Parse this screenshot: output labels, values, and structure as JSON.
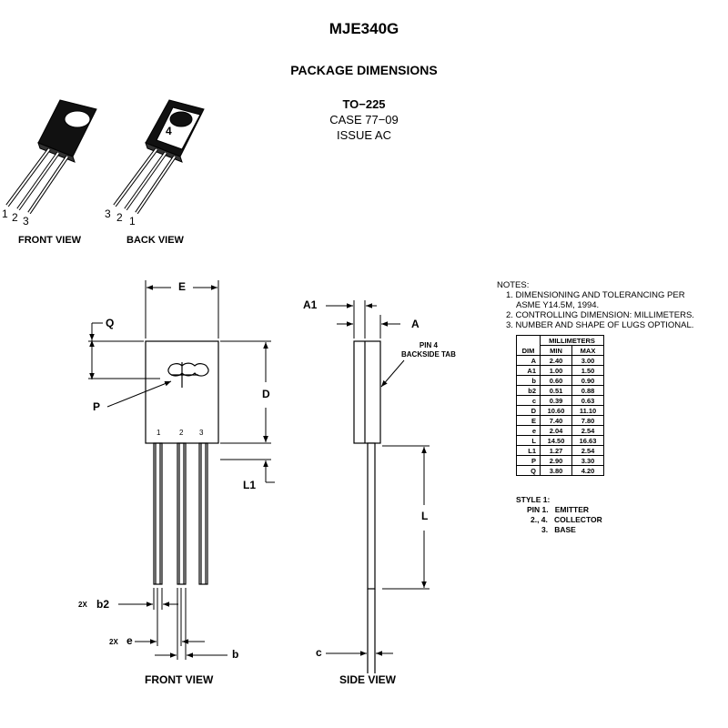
{
  "header": {
    "title": "MJE340G",
    "subtitle": "PACKAGE DIMENSIONS"
  },
  "package": {
    "name": "TO−225",
    "case": "CASE 77−09",
    "issue": "ISSUE AC"
  },
  "iso_views": {
    "front_label": "FRONT VIEW",
    "back_label": "BACK VIEW",
    "front_pins": [
      "1",
      "2",
      "3"
    ],
    "back_pins": [
      "3",
      "2",
      "1"
    ],
    "back_tab_number": "4"
  },
  "front_view": {
    "label": "FRONT VIEW",
    "pins": [
      "1",
      "2",
      "3"
    ],
    "dims": {
      "E": "E",
      "Q": "Q",
      "P": "P",
      "D": "D",
      "L1": "L1",
      "b2": "b2",
      "e": "e",
      "b": "b",
      "b2_prefix": "2X",
      "e_prefix": "2X"
    }
  },
  "side_view": {
    "label": "SIDE VIEW",
    "dims": {
      "A1": "A1",
      "A": "A",
      "L": "L",
      "c": "c"
    },
    "pin4_note": [
      "PIN 4",
      "BACKSIDE TAB"
    ]
  },
  "notes": {
    "heading": "NOTES:",
    "items": [
      "1. DIMENSIONING AND TOLERANCING PER",
      "ASME Y14.5M, 1994.",
      "2. CONTROLLING DIMENSION: MILLIMETERS.",
      "3. NUMBER AND SHAPE OF LUGS OPTIONAL."
    ]
  },
  "dimension_table": {
    "group_header": "MILLIMETERS",
    "headers": [
      "DIM",
      "MIN",
      "MAX"
    ],
    "rows": [
      [
        "A",
        "2.40",
        "3.00"
      ],
      [
        "A1",
        "1.00",
        "1.50"
      ],
      [
        "b",
        "0.60",
        "0.90"
      ],
      [
        "b2",
        "0.51",
        "0.88"
      ],
      [
        "c",
        "0.39",
        "0.63"
      ],
      [
        "D",
        "10.60",
        "11.10"
      ],
      [
        "E",
        "7.40",
        "7.80"
      ],
      [
        "e",
        "2.04",
        "2.54"
      ],
      [
        "L",
        "14.50",
        "16.63"
      ],
      [
        "L1",
        "1.27",
        "2.54"
      ],
      [
        "P",
        "2.90",
        "3.30"
      ],
      [
        "Q",
        "3.80",
        "4.20"
      ]
    ]
  },
  "style": {
    "heading": "STYLE 1:",
    "lines": [
      [
        "PIN 1.",
        "EMITTER"
      ],
      [
        "2., 4.",
        "COLLECTOR"
      ],
      [
        "3.",
        "BASE"
      ]
    ]
  }
}
